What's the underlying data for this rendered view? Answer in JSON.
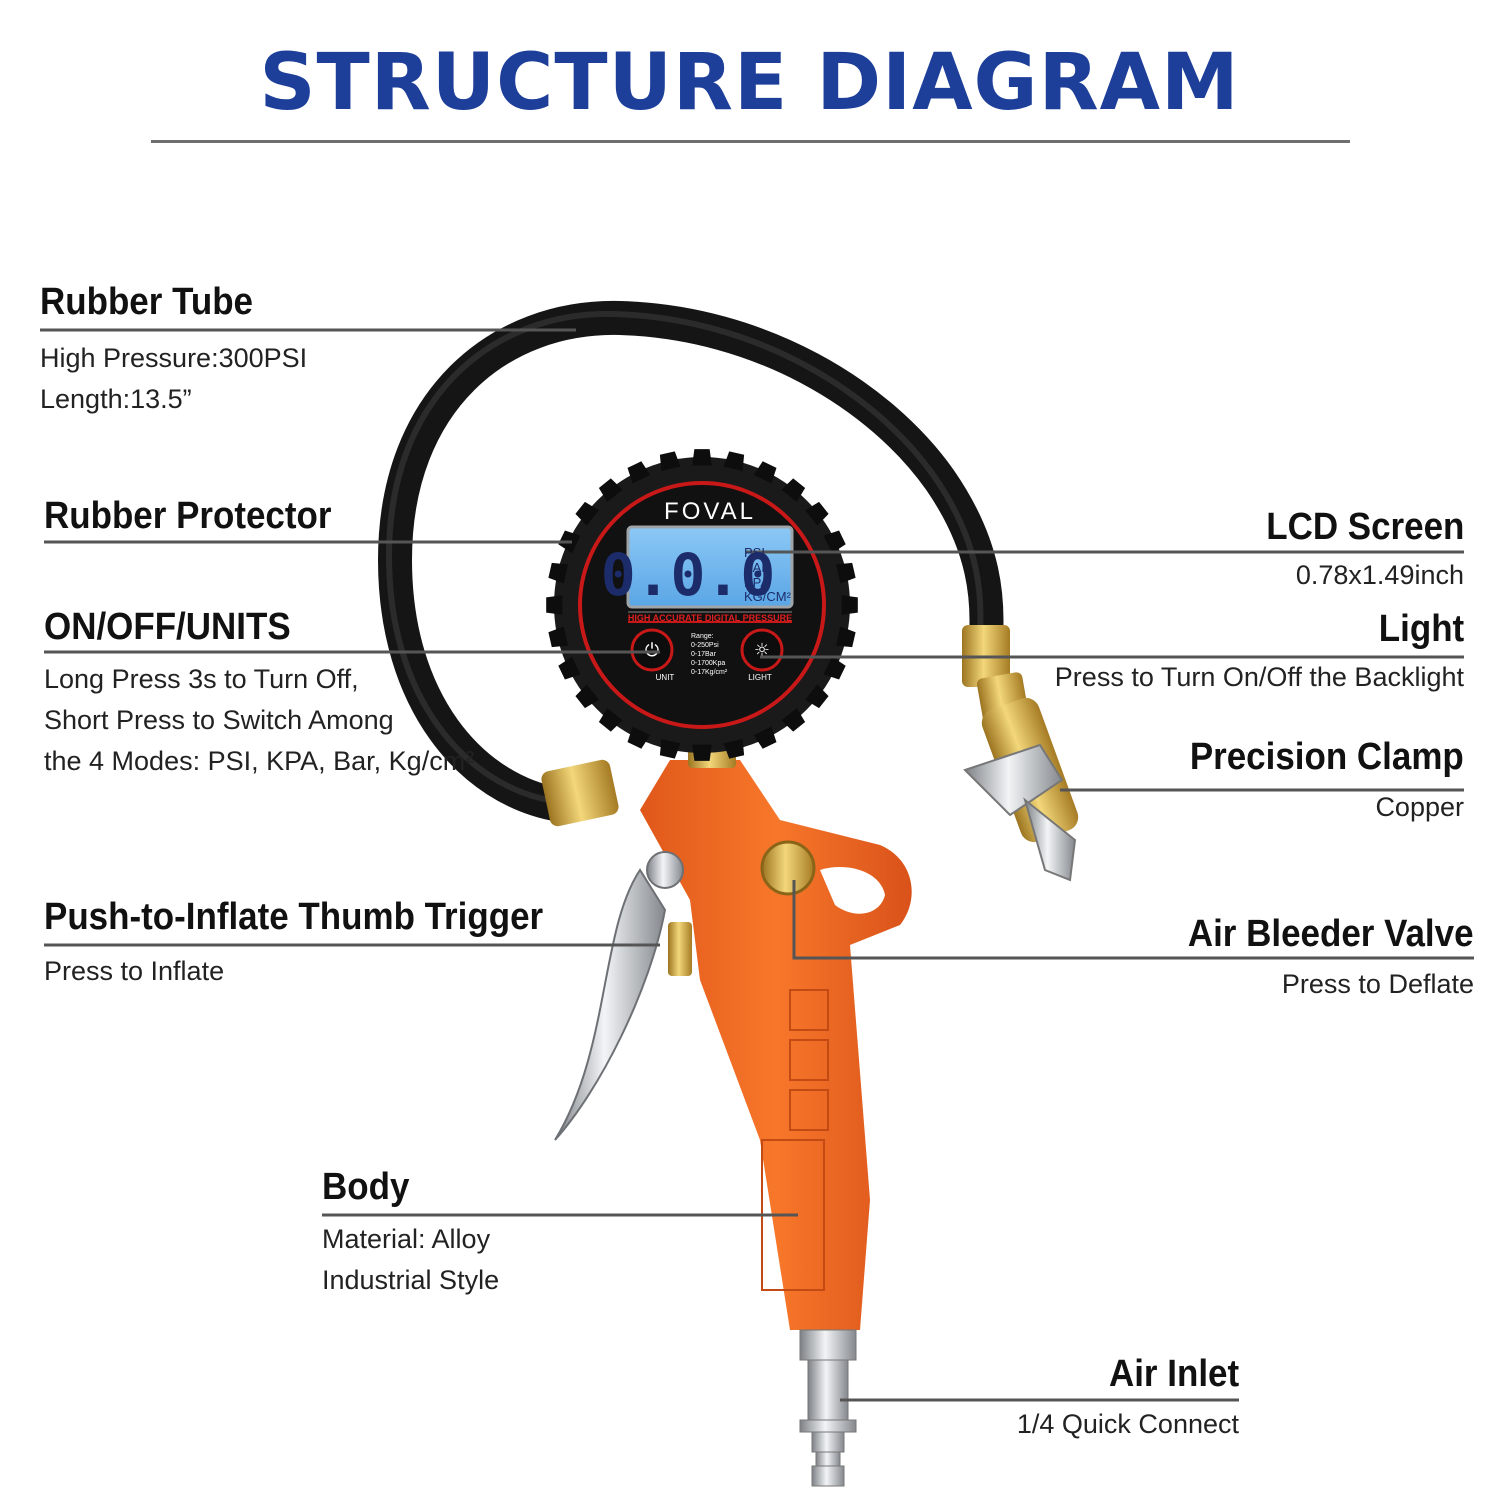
{
  "title": "STRUCTURE DIAGRAM",
  "gauge": {
    "brand": "FOVAL",
    "display_value": "0.0.0",
    "units": [
      "PSI",
      "BAR",
      "KPA",
      "KG/CM²"
    ],
    "subtitle": "HIGH ACCURATE DIGITAL PRESSURE",
    "range_lines": [
      "Range:",
      "0-250Psi",
      "0-17Bar",
      "0-1700Kpa",
      "0-17Kg/cm²"
    ],
    "unit_button": "UNIT",
    "light_button": "LIGHT"
  },
  "labels": {
    "rubber_tube": {
      "title": "Rubber Tube",
      "lines": [
        "High Pressure:300PSI",
        "Length:13.5”"
      ]
    },
    "rubber_protector": {
      "title": "Rubber Protector"
    },
    "on_off_units": {
      "title": "ON/OFF/UNITS",
      "lines": [
        "Long Press 3s to Turn Off,",
        "Short Press to Switch Among",
        "the 4 Modes: PSI, KPA, Bar, Kg/cm²"
      ]
    },
    "thumb_trigger": {
      "title": "Push-to-Inflate Thumb Trigger",
      "lines": [
        "Press to Inflate"
      ]
    },
    "body": {
      "title": "Body",
      "lines": [
        "Material: Alloy",
        "Industrial Style"
      ]
    },
    "lcd_screen": {
      "title": "LCD Screen",
      "lines": [
        "0.78x1.49inch"
      ]
    },
    "light": {
      "title": "Light",
      "lines": [
        "Press to Turn On/Off the Backlight"
      ]
    },
    "precision_clamp": {
      "title": "Precision Clamp",
      "lines": [
        "Copper"
      ]
    },
    "air_bleeder_valve": {
      "title": "Air Bleeder Valve",
      "lines": [
        "Press to Deflate"
      ]
    },
    "air_inlet": {
      "title": "Air Inlet",
      "lines": [
        "1/4 Quick Connect"
      ]
    }
  },
  "colors": {
    "title": "#1d3f9a",
    "body": "#f26a1b",
    "lcd": "#6fb6f0",
    "brass": "#d4a437",
    "hose": "#1c1c1c",
    "leader": "#555555"
  }
}
